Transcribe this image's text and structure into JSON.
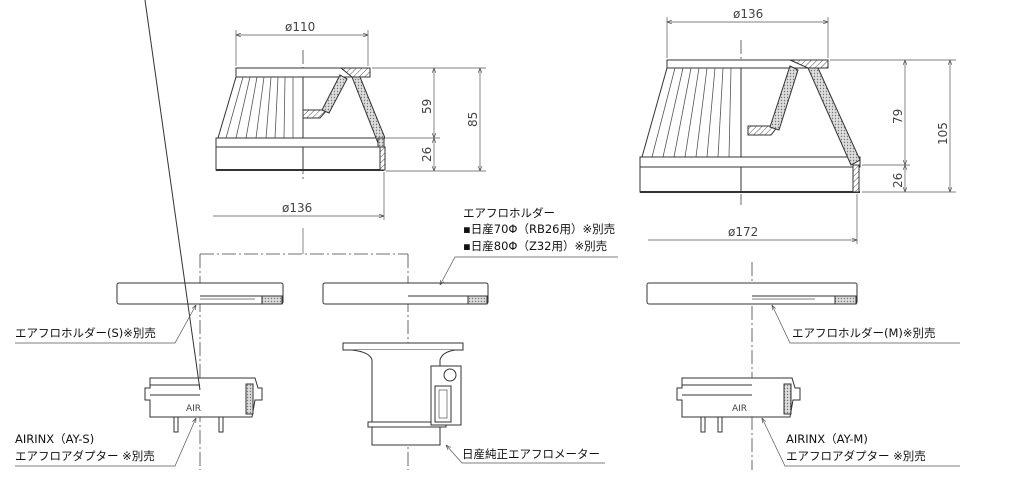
{
  "dimensions": {
    "s_top_dia": "ø110",
    "s_base_dia": "ø136",
    "s_upper_h": "59",
    "s_lower_h": "26",
    "s_total_h": "85",
    "m_top_dia": "ø136",
    "m_base_dia": "ø172",
    "m_upper_h": "79",
    "m_lower_h": "26",
    "m_total_h": "105"
  },
  "labels": {
    "holder_title": "エアフロホルダー",
    "holder_line1": "▪日産70Φ（RB26用）※別売",
    "holder_line2": "▪日産80Φ（Z32用）※別売",
    "holder_s": "エアフロホルダー(S)※別売",
    "holder_m": "エアフロホルダー(M)※別売",
    "adapter_s_model": "AIRINX（AY-S)",
    "adapter_s_name": "エアフロアダプター ※別売",
    "adapter_m_model": "AIRINX（AY-M)",
    "adapter_m_name": "エアフロアダプター ※別売",
    "meter": "日産純正エアフロメーター",
    "adapter_logo": "AIR"
  }
}
